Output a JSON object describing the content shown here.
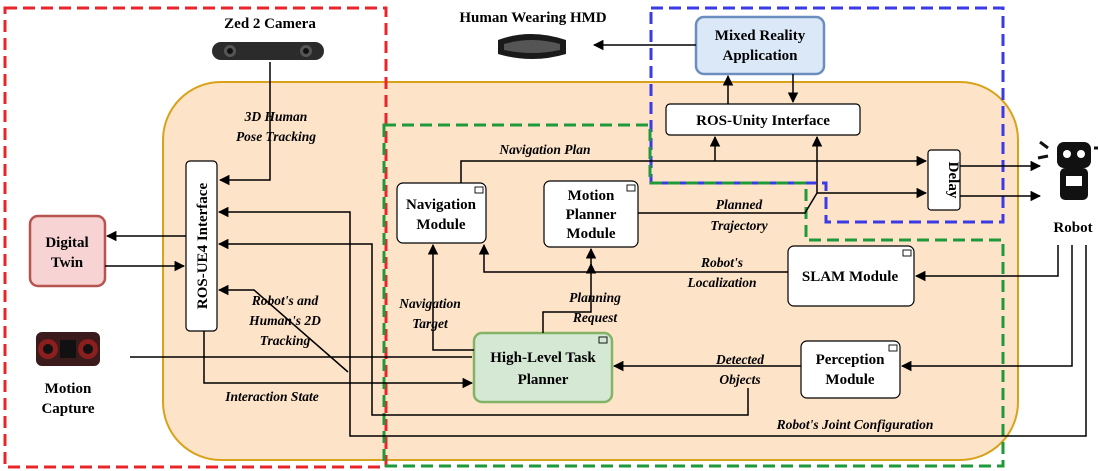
{
  "labels": {
    "zed_camera": "Zed 2 Camera",
    "human_hmd": "Human Wearing HMD",
    "robot": "Robot",
    "motion_capture_1": "Motion",
    "motion_capture_2": "Capture"
  },
  "boxes": {
    "mixed_reality_1": "Mixed Reality",
    "mixed_reality_2": "Application",
    "ros_unity": "ROS-Unity Interface",
    "ros_ue4": "ROS-UE4 Interface",
    "digital_twin_1": "Digital",
    "digital_twin_2": "Twin",
    "navigation_1": "Navigation",
    "navigation_2": "Module",
    "motion_planner_1": "Motion",
    "motion_planner_2": "Planner",
    "motion_planner_3": "Module",
    "delay": "Delay",
    "slam": "SLAM Module",
    "task_planner_1": "High-Level Task",
    "task_planner_2": "Planner",
    "perception_1": "Perception",
    "perception_2": "Module"
  },
  "edges": {
    "pose_tracking_1": "3D Human",
    "pose_tracking_2": "Pose Tracking",
    "navigation_plan": "Navigation Plan",
    "planned_traj_1": "Planned",
    "planned_traj_2": "Trajectory",
    "localization_1": "Robot's",
    "localization_2": "Localization",
    "nav_target_1": "Navigation",
    "nav_target_2": "Target",
    "planning_req_1": "Planning",
    "planning_req_2": "Request",
    "tracking_2d_1": "Robot's and",
    "tracking_2d_2": "Human's 2D",
    "tracking_2d_3": "Tracking",
    "detected_1": "Detected",
    "detected_2": "Objects",
    "interaction_state": "Interaction State",
    "joint_config": "Robot's Joint Configuration"
  },
  "colors": {
    "red_region": "#e8252a",
    "blue_region": "#3a3ae6",
    "green_region": "#1e9a3a",
    "orange_region_fill": "#fde3c8",
    "orange_region_stroke": "#d9a21b",
    "mixed_reality_fill": "#dbe8f8",
    "mixed_reality_stroke": "#6c8ebf",
    "digital_twin_fill": "#f7d3d3",
    "digital_twin_stroke": "#b85450",
    "task_planner_fill": "#d5e8d4",
    "task_planner_stroke": "#82b366"
  }
}
